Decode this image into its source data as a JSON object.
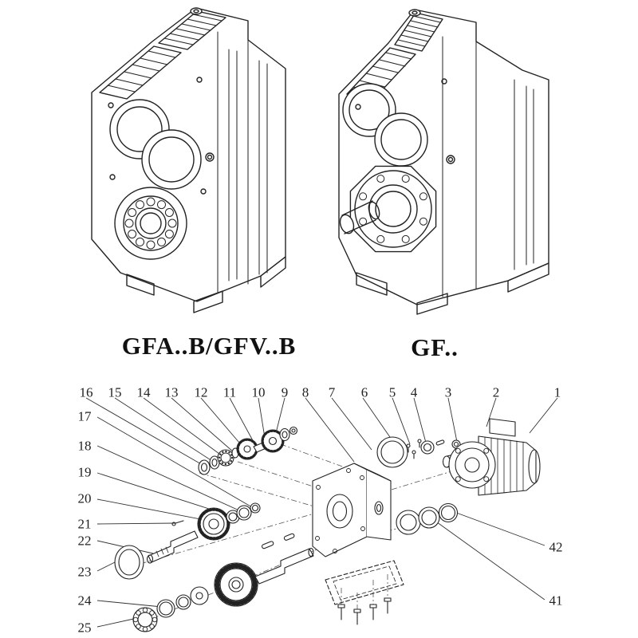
{
  "page": {
    "background": "#ffffff",
    "line_color": "#222222"
  },
  "captions": {
    "left_model": "GFA..B/GFV..B",
    "right_model": "GF.."
  },
  "callouts": {
    "top_row": [
      "16",
      "15",
      "14",
      "13",
      "12",
      "11",
      "10",
      "9",
      "8",
      "7",
      "6",
      "5",
      "4",
      "3",
      "2",
      "1"
    ],
    "left_column": [
      "17",
      "18",
      "19",
      "20",
      "21",
      "22",
      "23",
      "24",
      "25"
    ],
    "right_column": [
      "42",
      "41"
    ]
  }
}
